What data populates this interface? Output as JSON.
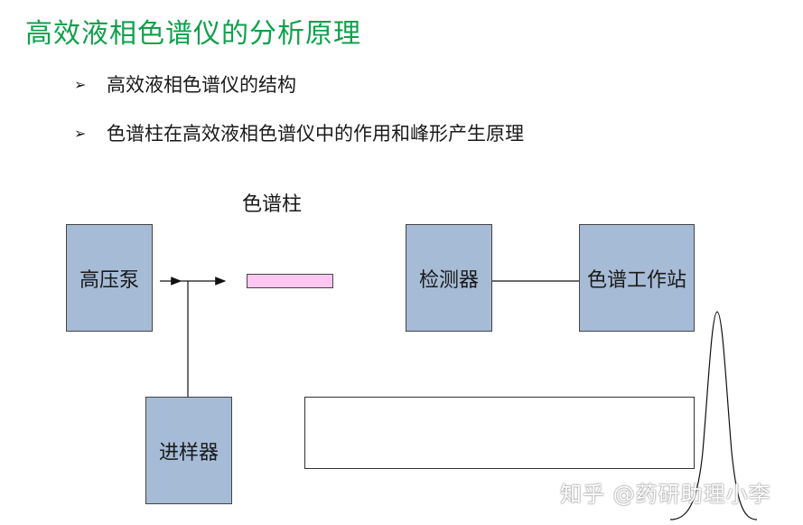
{
  "title": "高效液相色谱仪的分析原理",
  "bullets": [
    {
      "icon": "arrow-bullet-icon",
      "glyph": "➢",
      "text": "高效液相色谱仪的结构"
    },
    {
      "icon": "arrow-bullet-icon",
      "glyph": "➢",
      "text": "色谱柱在高效液相色谱仪中的作用和峰形产生原理"
    }
  ],
  "diagram": {
    "column_label": "色谱柱",
    "pump": "高压泵",
    "injector": "进样器",
    "detector": "检测器",
    "workstation": "色谱工作站"
  },
  "watermark": "知乎 @药研助理小李",
  "colors": {
    "title": "#10a04a",
    "box_fill": "#a6bbd6",
    "column_fill": "#ffc6f2"
  }
}
